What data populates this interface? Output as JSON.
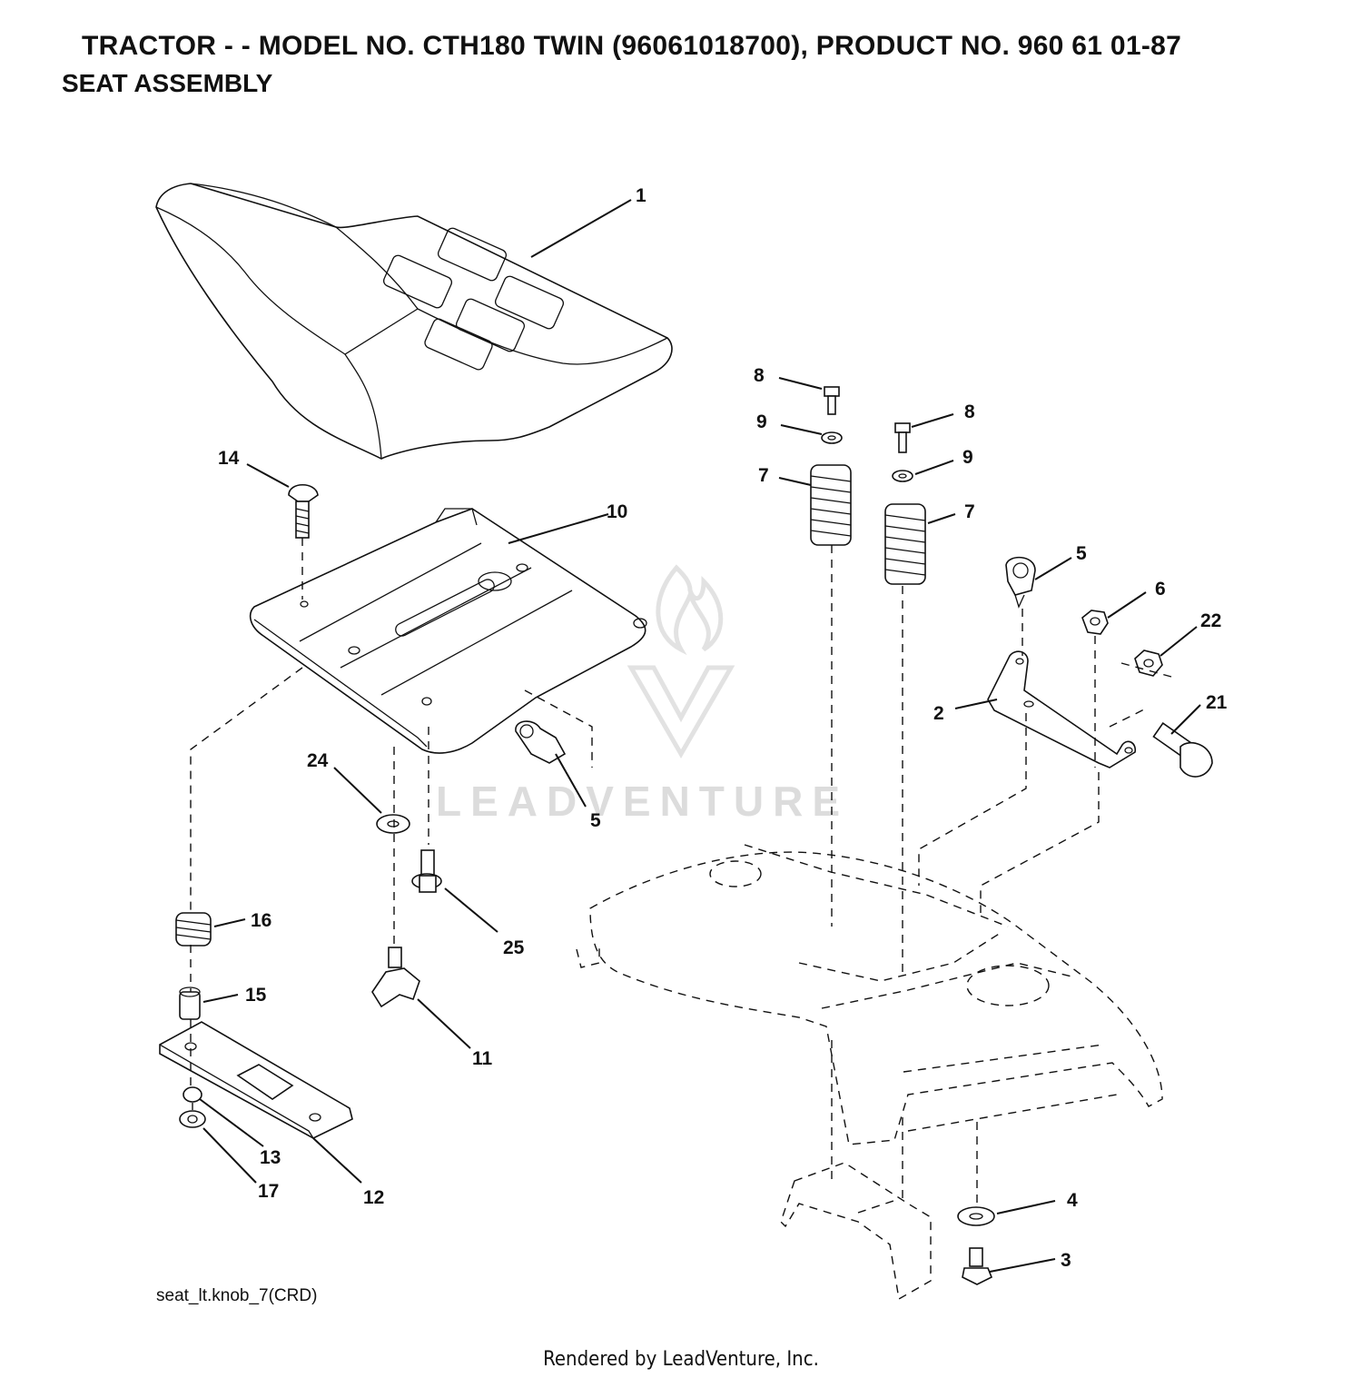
{
  "header": {
    "title": "TRACTOR - - MODEL NO. CTH180 TWIN (96061018700), PRODUCT NO. 960 61 01-87",
    "subtitle": "SEAT ASSEMBLY"
  },
  "watermark": {
    "text": "LEADVENTURE"
  },
  "footer": {
    "drawing_code": "seat_lt.knob_7(CRD)",
    "rendered_by": "Rendered by LeadVenture, Inc."
  },
  "callouts": [
    {
      "id": "c1",
      "label": "1"
    },
    {
      "id": "c2",
      "label": "2"
    },
    {
      "id": "c3",
      "label": "3"
    },
    {
      "id": "c4",
      "label": "4"
    },
    {
      "id": "c5a",
      "label": "5"
    },
    {
      "id": "c5b",
      "label": "5"
    },
    {
      "id": "c6",
      "label": "6"
    },
    {
      "id": "c7a",
      "label": "7"
    },
    {
      "id": "c7b",
      "label": "7"
    },
    {
      "id": "c8a",
      "label": "8"
    },
    {
      "id": "c8b",
      "label": "8"
    },
    {
      "id": "c9a",
      "label": "9"
    },
    {
      "id": "c9b",
      "label": "9"
    },
    {
      "id": "c10",
      "label": "10"
    },
    {
      "id": "c11",
      "label": "11"
    },
    {
      "id": "c12",
      "label": "12"
    },
    {
      "id": "c13",
      "label": "13"
    },
    {
      "id": "c14",
      "label": "14"
    },
    {
      "id": "c15",
      "label": "15"
    },
    {
      "id": "c16",
      "label": "16"
    },
    {
      "id": "c17",
      "label": "17"
    },
    {
      "id": "c21",
      "label": "21"
    },
    {
      "id": "c22",
      "label": "22"
    },
    {
      "id": "c24",
      "label": "24"
    },
    {
      "id": "c25",
      "label": "25"
    }
  ]
}
